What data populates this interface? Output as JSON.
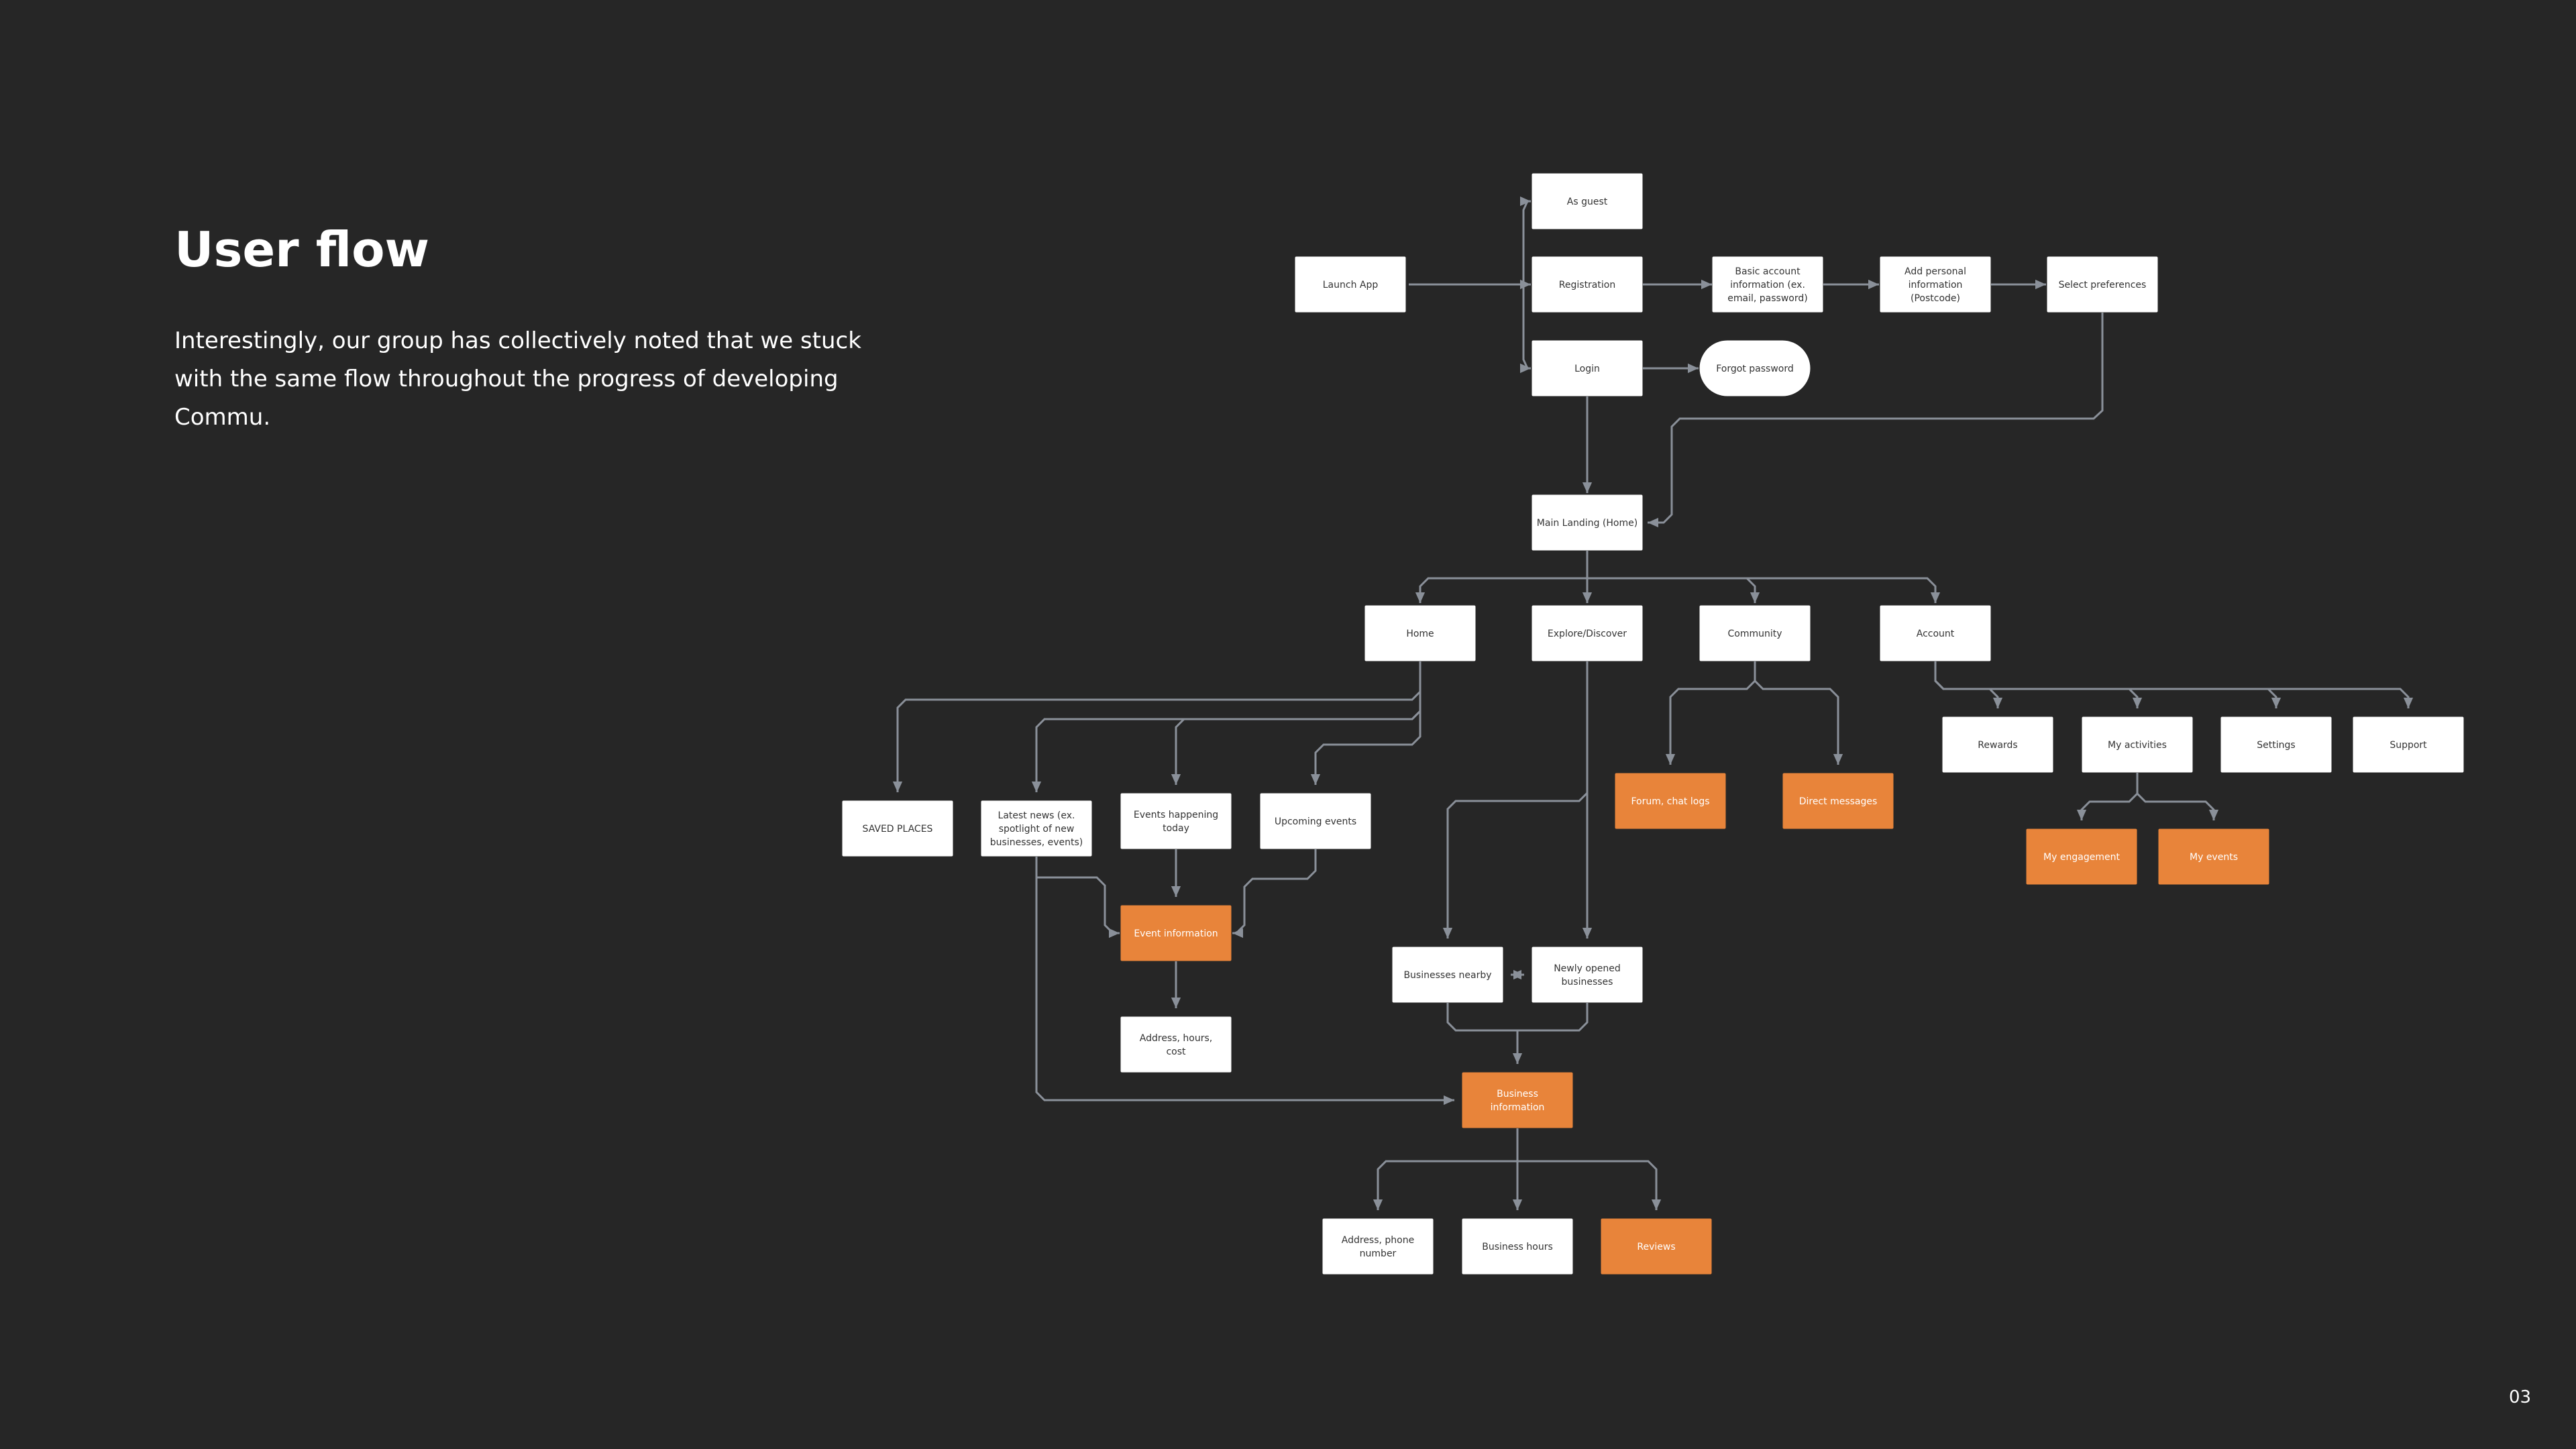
{
  "page": {
    "title": "User flow",
    "description": "Interestingly, our group has collectively noted that we stuck with the same flow throughout the progress of developing Commu.",
    "page_number": "03"
  },
  "colors": {
    "background": "#262626",
    "node_default": "#ffffff",
    "node_highlight": "#e8843a",
    "text_default": "#333333",
    "text_highlight": "#ffffff",
    "connector": "#8a9099"
  },
  "diagram": {
    "nodes": [
      {
        "id": "launch",
        "label": "Launch App"
      },
      {
        "id": "guest",
        "label": "As guest"
      },
      {
        "id": "registration",
        "label": "Registration"
      },
      {
        "id": "login",
        "label": "Login"
      },
      {
        "id": "basic",
        "label": "Basic account information (ex. email, password)"
      },
      {
        "id": "personal",
        "label": "Add personal information (Postcode)"
      },
      {
        "id": "prefs",
        "label": "Select preferences"
      },
      {
        "id": "forgot",
        "label": "Forgot password"
      },
      {
        "id": "main",
        "label": "Main Landing (Home)"
      },
      {
        "id": "home",
        "label": "Home"
      },
      {
        "id": "explore",
        "label": "Explore/Discover"
      },
      {
        "id": "community",
        "label": "Community"
      },
      {
        "id": "account",
        "label": "Account"
      },
      {
        "id": "saved",
        "label": "SAVED PLACES"
      },
      {
        "id": "news",
        "label": "Latest news (ex. spotlight of new businesses, events)"
      },
      {
        "id": "today",
        "label": "Events happening today"
      },
      {
        "id": "upcoming",
        "label": "Upcoming events"
      },
      {
        "id": "forum",
        "label": "Forum, chat logs",
        "highlight": true
      },
      {
        "id": "dm",
        "label": "Direct messages",
        "highlight": true
      },
      {
        "id": "rewards",
        "label": "Rewards"
      },
      {
        "id": "activities",
        "label": "My activities"
      },
      {
        "id": "settings",
        "label": "Settings"
      },
      {
        "id": "support",
        "label": "Support"
      },
      {
        "id": "engagement",
        "label": "My engagement",
        "highlight": true
      },
      {
        "id": "myevents",
        "label": "My events",
        "highlight": true
      },
      {
        "id": "eventinfo",
        "label": "Event information",
        "highlight": true
      },
      {
        "id": "addrcost",
        "label": "Address, hours, cost"
      },
      {
        "id": "nearby",
        "label": "Businesses nearby"
      },
      {
        "id": "newly",
        "label": "Newly opened businesses"
      },
      {
        "id": "bizinfo",
        "label": "Business information",
        "highlight": true
      },
      {
        "id": "addrphone",
        "label": "Address, phone number"
      },
      {
        "id": "bizhours",
        "label": "Business hours"
      },
      {
        "id": "reviews",
        "label": "Reviews",
        "highlight": true
      }
    ]
  }
}
